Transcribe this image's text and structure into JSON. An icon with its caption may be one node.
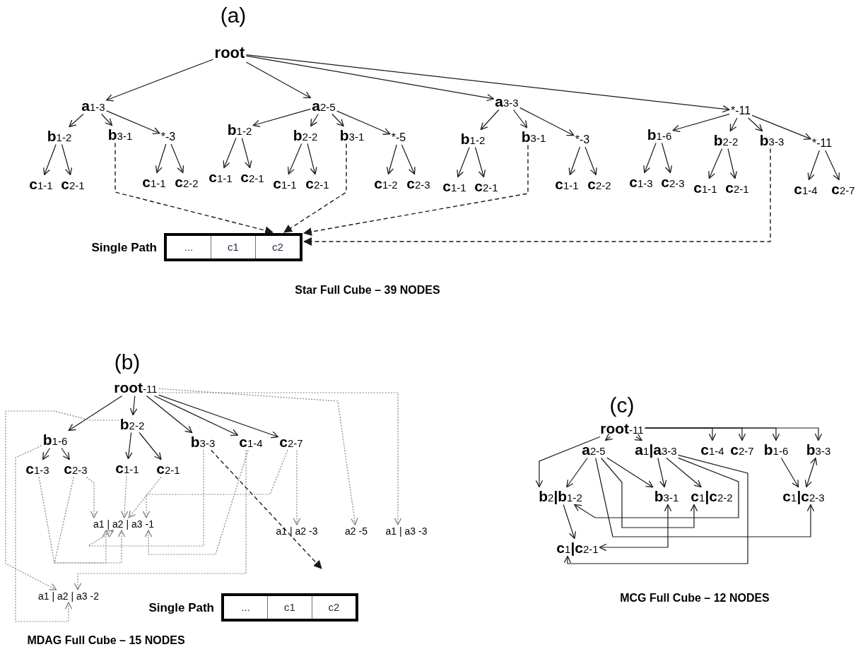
{
  "diagram": {
    "nodes": [
      {
        "text": [
          "root"
        ]
      },
      {
        "text": [
          "**a**1-3"
        ]
      },
      {
        "text": [
          "**a**2-5"
        ]
      },
      {
        "text": [
          "**a**3-3"
        ]
      },
      {
        "text": [
          "*-11"
        ]
      },
      {
        "text": [
          "**b**1-2"
        ]
      },
      {
        "text": [
          "**b**3-1"
        ]
      },
      {
        "text": [
          "*-3"
        ]
      },
      {
        "text": [
          "**b**1-2"
        ]
      },
      {
        "text": [
          "**b**2-2"
        ]
      },
      {
        "text": [
          "**b**3-1"
        ]
      },
      {
        "text": [
          "*-5"
        ]
      },
      {
        "text": [
          "**b**1-2"
        ]
      },
      {
        "text": [
          "**b**3-1"
        ]
      },
      {
        "text": [
          "*-3"
        ]
      },
      {
        "text": [
          "**b**1-6"
        ]
      },
      {
        "text": [
          "**b**2-2"
        ]
      },
      {
        "text": [
          "**b**3-3"
        ]
      },
      {
        "text": [
          "*-11"
        ]
      },
      {
        "text": [
          "**c**1-1"
        ]
      },
      {
        "text": [
          "**c**2-1"
        ]
      },
      {
        "text": [
          "**c**1-1"
        ]
      },
      {
        "text": [
          "**c**2-2"
        ]
      },
      {
        "text": [
          "**c**1-1"
        ]
      },
      {
        "text": [
          "**c**2-1"
        ]
      },
      {
        "text": [
          "**c**1-1"
        ]
      },
      {
        "text": [
          "**c**2-1"
        ]
      },
      {
        "text": [
          "**c**1-2"
        ]
      },
      {
        "text": [
          "**c**2-3"
        ]
      },
      {
        "text": [
          "**c**1-1"
        ]
      },
      {
        "text": [
          "**c**2-1"
        ]
      },
      {
        "text": [
          "**c**1-1"
        ]
      },
      {
        "text": [
          "**c**2-2"
        ]
      },
      {
        "text": [
          "**c**1-3"
        ]
      },
      {
        "text": [
          "**c**2-3"
        ]
      },
      {
        "text": [
          "**c**1-1"
        ]
      },
      {
        "text": [
          "**c**2-1"
        ]
      },
      {
        "text": [
          "**c**1-4"
        ]
      },
      {
        "text": [
          "**c**2-7"
        ]
      },
      {
        "text": [
          "...",
          "c1",
          "c2"
        ],
        "beside": [
          "Single Path"
        ]
      },
      {
        "text": [
          "**root**-11"
        ]
      },
      {
        "text": [
          "**b**1-6"
        ]
      },
      {
        "text": [
          "**b**2-2"
        ]
      },
      {
        "text": [
          "**b**3-3"
        ]
      },
      {
        "text": [
          "**c**1-4"
        ]
      },
      {
        "text": [
          "**c**2-7"
        ]
      },
      {
        "text": [
          "**c**1-3"
        ]
      },
      {
        "text": [
          "**c**2-3"
        ]
      },
      {
        "text": [
          "**c**1-1"
        ]
      },
      {
        "text": [
          "**c**2-1"
        ]
      },
      {
        "text": [
          "a1 | a2 | a3 -1"
        ]
      },
      {
        "text": [
          "a1 | a2 -3"
        ]
      },
      {
        "text": [
          "a2 -5"
        ]
      },
      {
        "text": [
          "a1 | a3 -3"
        ]
      },
      {
        "text": [
          "a1 | a2 | a3 -2"
        ]
      },
      {
        "text": [
          "...",
          "c1",
          "c2"
        ],
        "beside": [
          "Single Path"
        ]
      },
      {
        "text": [
          "**root**-11"
        ]
      },
      {
        "text": [
          "**a**2-5"
        ]
      },
      {
        "text": [
          "**a**1**|a**3-3"
        ]
      },
      {
        "text": [
          "**c**1-4"
        ]
      },
      {
        "text": [
          "**c**2-7"
        ]
      },
      {
        "text": [
          "**b**1-6"
        ]
      },
      {
        "text": [
          "**b**3-3"
        ]
      },
      {
        "text": [
          "**b**2**|b**1-2"
        ]
      },
      {
        "text": [
          "**b**3-1"
        ]
      },
      {
        "text": [
          "**c**1**|c**2-2"
        ]
      },
      {
        "text": [
          "**c**1**|c**2-3"
        ]
      },
      {
        "text": [
          "**c**1**|c**2-1"
        ]
      }
    ],
    "edges": [
      {
        "from": 0,
        "to": 1,
        "arrow": "to"
      },
      {
        "from": 0,
        "to": 2,
        "arrow": "to"
      },
      {
        "from": 0,
        "to": 3,
        "arrow": "to"
      },
      {
        "from": 0,
        "to": 4,
        "arrow": "to"
      },
      {
        "from": 1,
        "to": 5,
        "arrow": "to"
      },
      {
        "from": 1,
        "to": 6,
        "arrow": "to"
      },
      {
        "from": 1,
        "to": 7,
        "arrow": "to"
      },
      {
        "from": 2,
        "to": 8,
        "arrow": "to"
      },
      {
        "from": 2,
        "to": 9,
        "arrow": "to"
      },
      {
        "from": 2,
        "to": 10,
        "arrow": "to"
      },
      {
        "from": 2,
        "to": 11,
        "arrow": "to"
      },
      {
        "from": 3,
        "to": 12,
        "arrow": "to"
      },
      {
        "from": 3,
        "to": 13,
        "arrow": "to"
      },
      {
        "from": 3,
        "to": 14,
        "arrow": "to"
      },
      {
        "from": 4,
        "to": 15,
        "arrow": "to"
      },
      {
        "from": 4,
        "to": 16,
        "arrow": "to"
      },
      {
        "from": 4,
        "to": 17,
        "arrow": "to"
      },
      {
        "from": 4,
        "to": 18,
        "arrow": "to"
      },
      {
        "from": 5,
        "to": 19,
        "arrow": "to"
      },
      {
        "from": 5,
        "to": 20,
        "arrow": "to"
      },
      {
        "from": 7,
        "to": 21,
        "arrow": "to"
      },
      {
        "from": 7,
        "to": 22,
        "arrow": "to"
      },
      {
        "from": 8,
        "to": 23,
        "arrow": "to"
      },
      {
        "from": 8,
        "to": 24,
        "arrow": "to"
      },
      {
        "from": 9,
        "to": 25,
        "arrow": "to"
      },
      {
        "from": 9,
        "to": 26,
        "arrow": "to"
      },
      {
        "from": 11,
        "to": 27,
        "arrow": "to"
      },
      {
        "from": 11,
        "to": 28,
        "arrow": "to"
      },
      {
        "from": 12,
        "to": 29,
        "arrow": "to"
      },
      {
        "from": 12,
        "to": 30,
        "arrow": "to"
      },
      {
        "from": 14,
        "to": 31,
        "arrow": "to"
      },
      {
        "from": 14,
        "to": 32,
        "arrow": "to"
      },
      {
        "from": 15,
        "to": 33,
        "arrow": "to"
      },
      {
        "from": 15,
        "to": 34,
        "arrow": "to"
      },
      {
        "from": 16,
        "to": 35,
        "arrow": "to"
      },
      {
        "from": 16,
        "to": 36,
        "arrow": "to"
      },
      {
        "from": 18,
        "to": 37,
        "arrow": "to"
      },
      {
        "from": 18,
        "to": 38,
        "arrow": "to"
      },
      {
        "from": 6,
        "to": 39,
        "arrow": "to",
        "style": "dashed"
      },
      {
        "from": 10,
        "to": 39,
        "arrow": "to",
        "style": "dashed"
      },
      {
        "from": 13,
        "to": 39,
        "arrow": "to",
        "style": "dashed"
      },
      {
        "from": 17,
        "to": 39,
        "arrow": "to",
        "style": "dashed"
      },
      {
        "from": 40,
        "to": 41,
        "arrow": "to"
      },
      {
        "from": 40,
        "to": 42,
        "arrow": "to"
      },
      {
        "from": 40,
        "to": 43,
        "arrow": "to"
      },
      {
        "from": 40,
        "to": 44,
        "arrow": "to"
      },
      {
        "from": 40,
        "to": 45,
        "arrow": "to"
      },
      {
        "from": 41,
        "to": 46,
        "arrow": "to"
      },
      {
        "from": 41,
        "to": 47,
        "arrow": "to"
      },
      {
        "from": 42,
        "to": 48,
        "arrow": "to"
      },
      {
        "from": 42,
        "to": 49,
        "arrow": "to"
      },
      {
        "from": 48,
        "to": 50,
        "arrow": "to",
        "style": "dashed",
        "color": "#808080"
      },
      {
        "from": 49,
        "to": 50,
        "arrow": "to",
        "style": "dashed",
        "color": "#808080"
      },
      {
        "from": 47,
        "to": 50,
        "arrow": "to",
        "style": "dashed",
        "color": "#808080"
      },
      {
        "from": 45,
        "to": 50,
        "arrow": "to",
        "style": "dashed",
        "color": "#808080"
      },
      {
        "from": 45,
        "to": 51,
        "arrow": "to",
        "style": "dashed",
        "color": "#808080"
      },
      {
        "from": 40,
        "to": 52,
        "arrow": "to",
        "style": "dashed",
        "color": "#808080"
      },
      {
        "from": 40,
        "to": 53,
        "arrow": "to",
        "style": "dashed",
        "color": "#808080"
      },
      {
        "from": 43,
        "to": 50,
        "arrow": "to",
        "style": "dashed",
        "color": "#808080"
      },
      {
        "from": 44,
        "to": 50,
        "arrow": "to",
        "style": "dashed",
        "color": "#808080"
      },
      {
        "from": 46,
        "to": 50,
        "arrow": "to",
        "style": "dashed",
        "color": "#808080"
      },
      {
        "from": 47,
        "to": 50,
        "arrow": "to",
        "style": "dashed",
        "color": "#808080"
      },
      {
        "from": 41,
        "to": 54,
        "arrow": "to",
        "style": "dashed",
        "color": "#808080"
      },
      {
        "from": 42,
        "to": 54,
        "arrow": "to",
        "style": "dashed",
        "color": "#808080"
      },
      {
        "from": 44,
        "to": 54,
        "arrow": "to",
        "style": "dashed",
        "color": "#808080"
      },
      {
        "from": 43,
        "to": null,
        "arrow": "to",
        "style": "dashed"
      },
      {
        "from": 56,
        "to": 57,
        "arrow": "to"
      },
      {
        "from": 56,
        "to": 58,
        "arrow": "to"
      },
      {
        "from": 56,
        "to": 59,
        "arrow": "to"
      },
      {
        "from": 56,
        "to": 60,
        "arrow": "to"
      },
      {
        "from": 56,
        "to": 61,
        "arrow": "to"
      },
      {
        "from": 56,
        "to": 62,
        "arrow": "to"
      },
      {
        "from": 56,
        "to": 63,
        "arrow": "to"
      },
      {
        "from": 57,
        "to": 63,
        "arrow": "to"
      },
      {
        "from": 57,
        "to": 64,
        "arrow": "to"
      },
      {
        "from": 57,
        "to": 65,
        "arrow": "to"
      },
      {
        "from": 57,
        "to": 66,
        "arrow": "to"
      },
      {
        "from": 58,
        "to": 64,
        "arrow": "to"
      },
      {
        "from": 58,
        "to": 65,
        "arrow": "to"
      },
      {
        "from": 58,
        "to": 63,
        "arrow": "to"
      },
      {
        "from": 58,
        "to": 67,
        "arrow": "to"
      },
      {
        "from": 64,
        "to": 67,
        "arrow": "both"
      },
      {
        "from": 63,
        "to": 67,
        "arrow": "to"
      },
      {
        "from": 61,
        "to": 66,
        "arrow": "to"
      },
      {
        "from": 62,
        "to": 66,
        "arrow": "both"
      }
    ],
    "labels": [
      "(a)",
      "Star Full Cube – 39 NODES",
      "(b)",
      "MDAG Full Cube – 15 NODES",
      "(c)",
      "MCG Full Cube – 12 NODES"
    ]
  }
}
